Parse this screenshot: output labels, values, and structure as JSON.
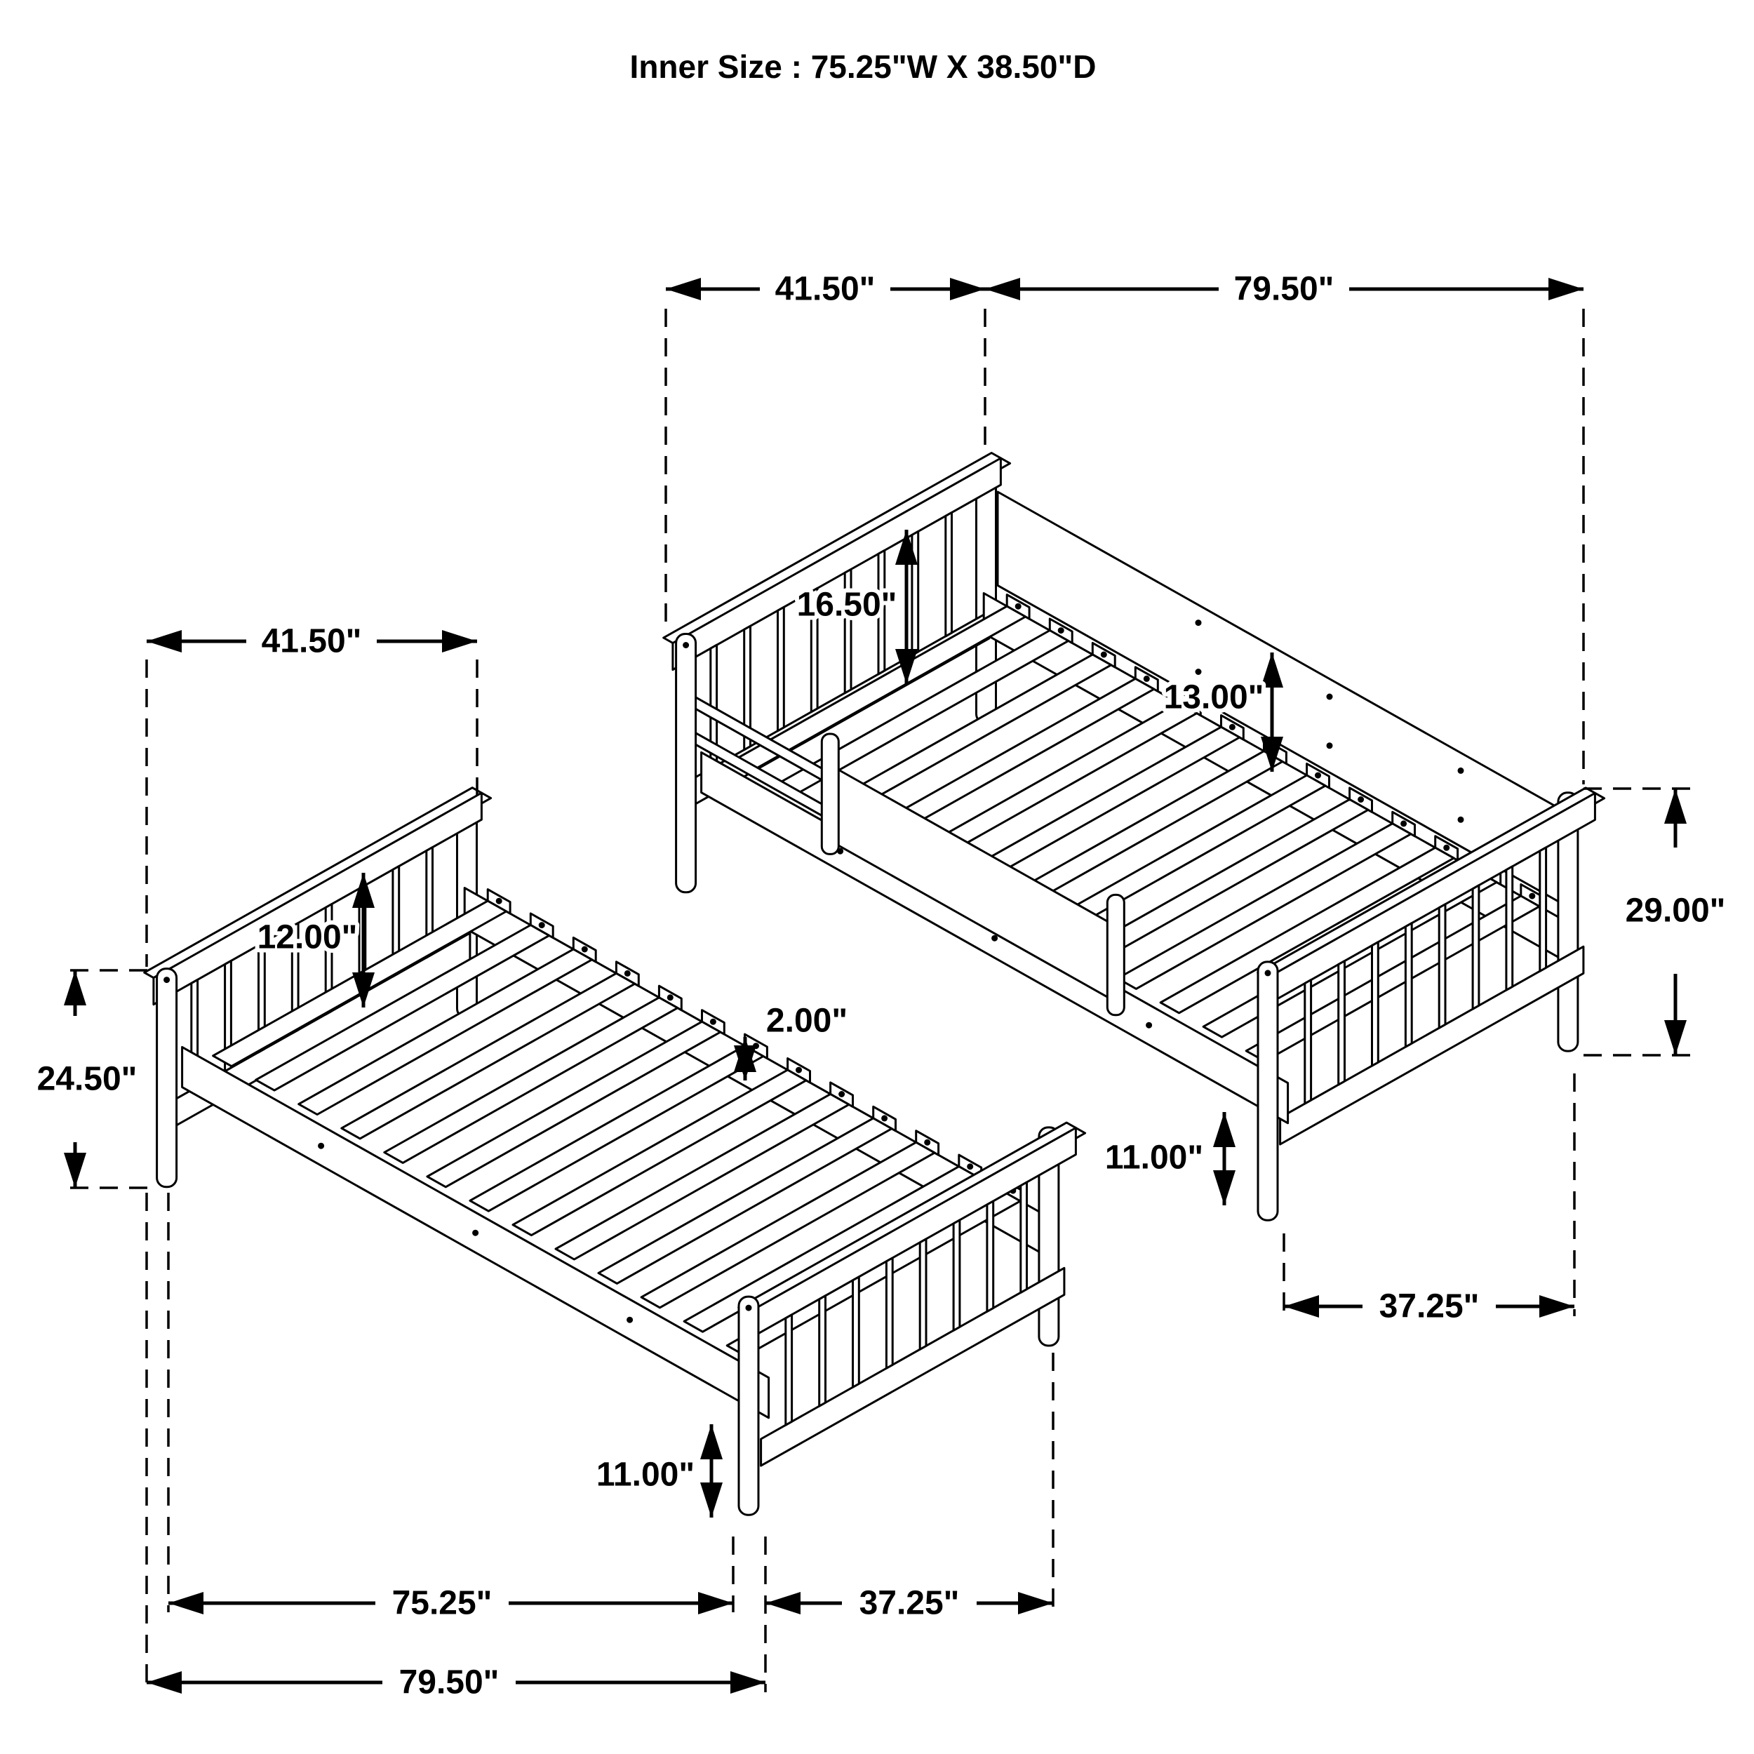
{
  "title": "Inner Size : 75.25\"W X  38.50\"D",
  "colors": {
    "ink": "#000000",
    "paper": "#ffffff"
  },
  "upper_bed": {
    "head_width": "41.50\"",
    "overall_length": "79.50\"",
    "headboard_panel": "16.50\"",
    "rail_height": "13.00\"",
    "footboard_height": "29.00\"",
    "leg_height": "11.00\"",
    "foot_depth": "37.25\""
  },
  "lower_bed": {
    "head_width": "41.50\"",
    "headboard_height": "24.50\"",
    "headboard_panel": "12.00\"",
    "slat_thickness": "2.00\"",
    "leg_height": "11.00\"",
    "inner_length": "75.25\"",
    "foot_depth": "37.25\"",
    "overall_length": "79.50\""
  }
}
